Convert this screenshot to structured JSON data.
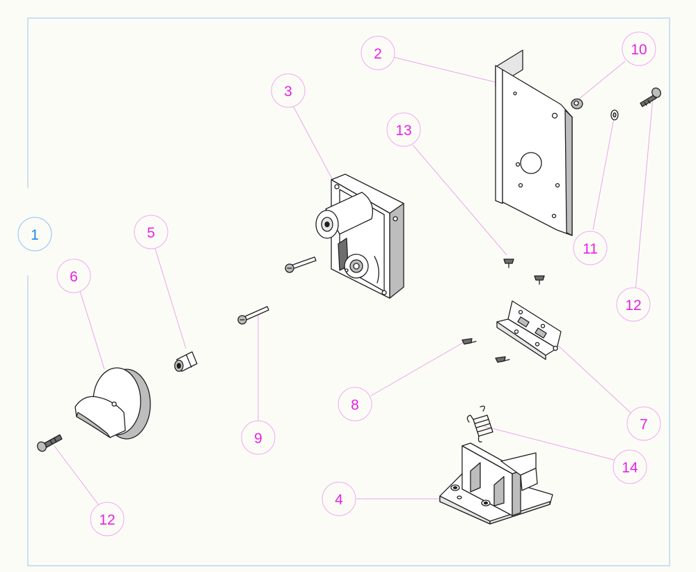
{
  "colors": {
    "frame": "#b9d8f2",
    "callout_pink": "#e622e6",
    "callout_pink_circle": "#f1a8f1",
    "callout_blue": "#1e88e5",
    "callout_blue_circle": "#8cc0f2",
    "leader": "#e8a6e8",
    "background": "#fcfcf7"
  },
  "callouts": [
    {
      "id": "c1",
      "label": "1"
    },
    {
      "id": "c2",
      "label": "2"
    },
    {
      "id": "c3",
      "label": "3"
    },
    {
      "id": "c4",
      "label": "4"
    },
    {
      "id": "c5",
      "label": "5"
    },
    {
      "id": "c6",
      "label": "6"
    },
    {
      "id": "c7",
      "label": "7"
    },
    {
      "id": "c8",
      "label": "8"
    },
    {
      "id": "c9",
      "label": "9"
    },
    {
      "id": "c10",
      "label": "10"
    },
    {
      "id": "c11",
      "label": "11"
    },
    {
      "id": "c12a",
      "label": "12"
    },
    {
      "id": "c12b",
      "label": "12"
    },
    {
      "id": "c13",
      "label": "13"
    },
    {
      "id": "c14",
      "label": "14"
    }
  ]
}
